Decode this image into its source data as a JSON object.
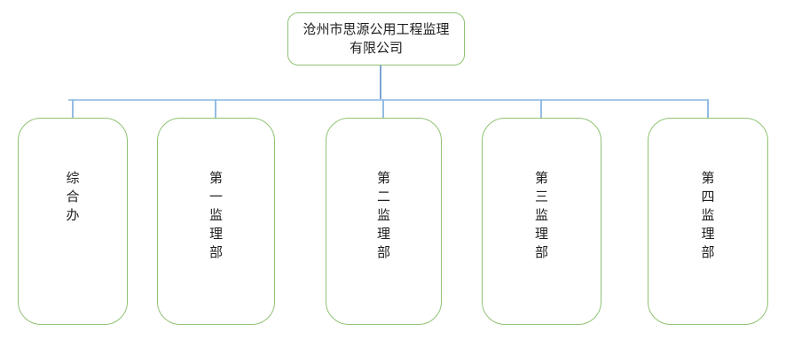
{
  "org_chart": {
    "root": {
      "label": "沧州市思源公用工程监理\n有限公司"
    },
    "departments": [
      "综合办",
      "第一监理部",
      "第二监理部",
      "第三监理部",
      "第四监理部"
    ],
    "colors": {
      "node_border": "#8fc272",
      "connector_stem": "#7aa4d6",
      "connector_horizontal": "#a8c8ea",
      "connector_drop": "#93bce3",
      "text": "#1f1f1f"
    }
  }
}
